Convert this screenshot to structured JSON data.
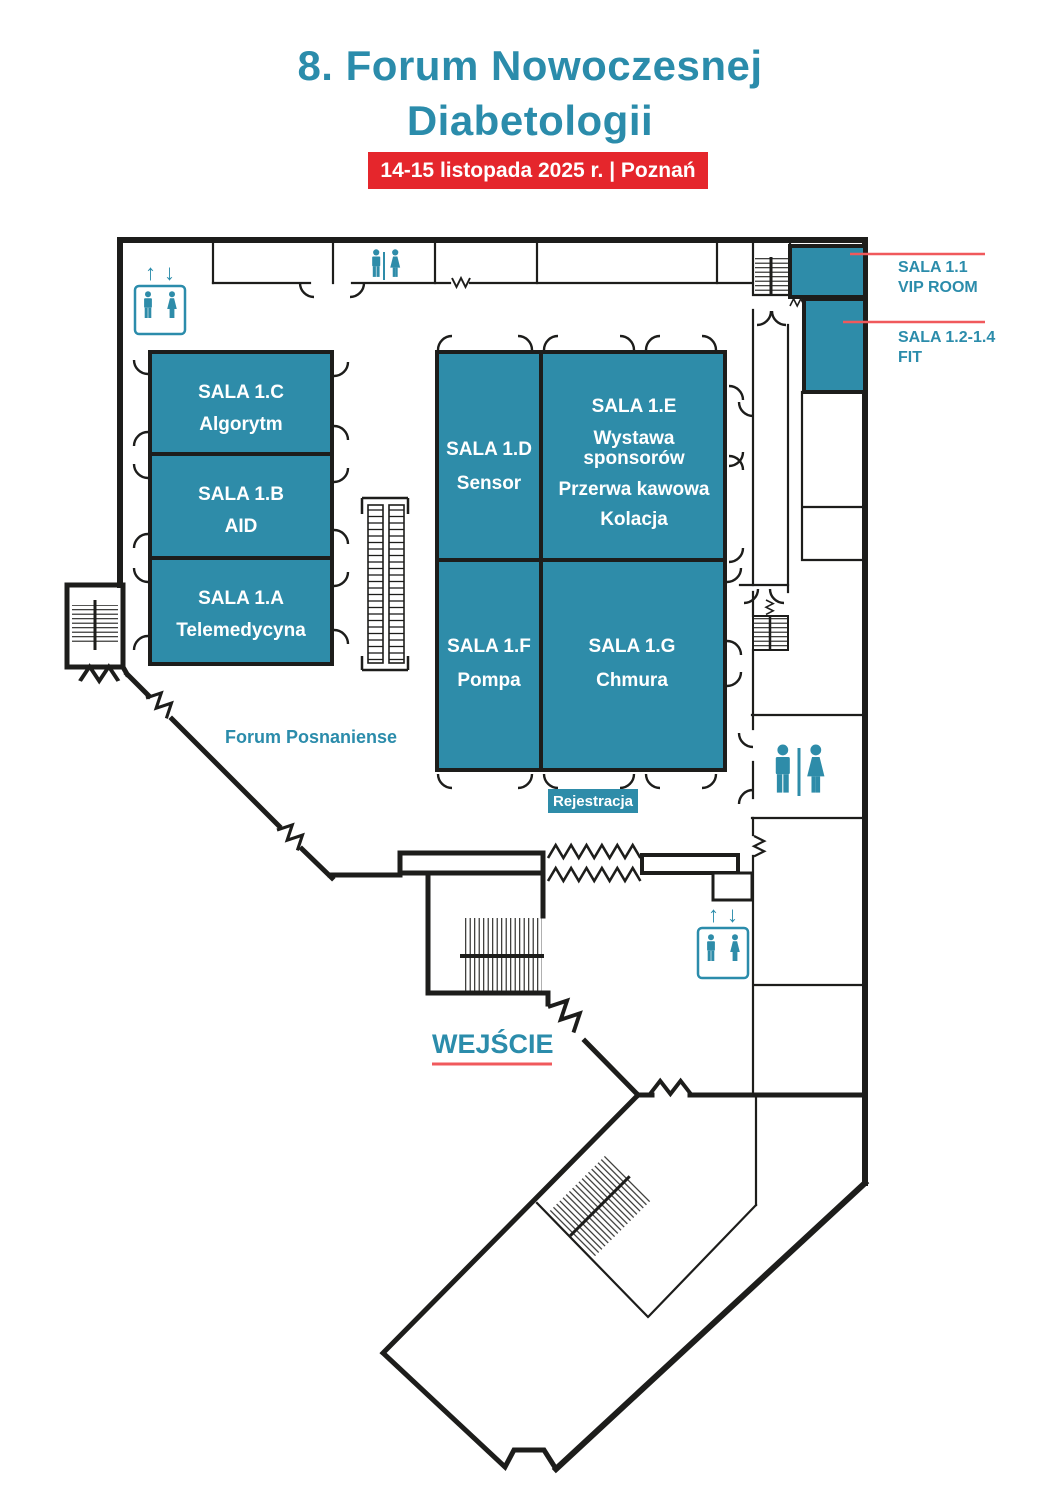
{
  "header": {
    "title_line1": "8. Forum Nowoczesnej",
    "title_line2": "Diabetologii",
    "date_banner": "14-15 listopada 2025 r. | Poznań"
  },
  "colors": {
    "teal": "#2E8CA9",
    "banner_red": "#E5262C",
    "leader_red": "#F0595C",
    "wall": "#1D1D1B"
  },
  "rooms": {
    "c": {
      "name": "SALA 1.C",
      "subtitle": "Algorytm"
    },
    "b": {
      "name": "SALA 1.B",
      "subtitle": "AID"
    },
    "a": {
      "name": "SALA 1.A",
      "subtitle": "Telemedycyna"
    },
    "d": {
      "name": "SALA 1.D",
      "subtitle": "Sensor"
    },
    "e": {
      "name": "SALA 1.E",
      "line1": "Wystawa",
      "line2": "sponsorów",
      "line3": "Przerwa kawowa",
      "line4": "Kolacja"
    },
    "f": {
      "name": "SALA 1.F",
      "subtitle": "Pompa"
    },
    "g": {
      "name": "SALA 1.G",
      "subtitle": "Chmura"
    }
  },
  "annotations": {
    "sala_11": {
      "line1": "SALA 1.1",
      "line2": "VIP ROOM"
    },
    "sala_12_14": {
      "line1": "SALA 1.2-1.4",
      "line2": "FIT"
    },
    "forum": "Forum Posnaniense",
    "rejestracja": "Rejestracja",
    "wejscie": "WEJŚCIE"
  },
  "icons": {
    "up_arrow": "↑",
    "down_arrow": "↓"
  }
}
